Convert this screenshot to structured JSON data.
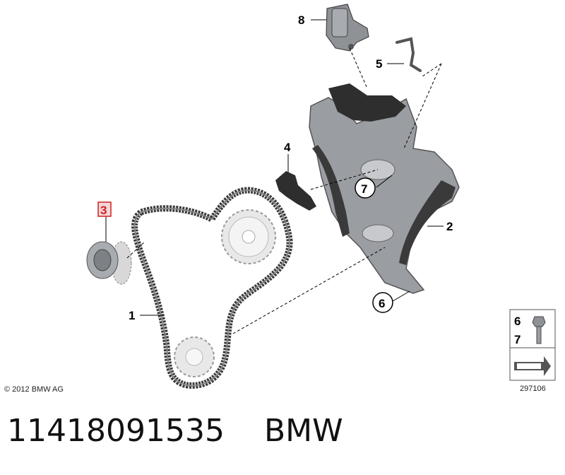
{
  "parts": [
    {
      "number": "1",
      "name": "chain"
    },
    {
      "number": "2",
      "name": "tensioner-rail"
    },
    {
      "number": "3",
      "name": "sprocket",
      "highlighted": true
    },
    {
      "number": "4",
      "name": "guide-rail"
    },
    {
      "number": "5",
      "name": "oil-spray-nozzle"
    },
    {
      "number": "6",
      "name": "bolt"
    },
    {
      "number": "7",
      "name": "bolt"
    },
    {
      "number": "8",
      "name": "chain-tensioner"
    }
  ],
  "legend_box": {
    "row1": "6",
    "row2": "7"
  },
  "copyright": "© 2012 BMW AG",
  "diagram_id": "297106",
  "caption": {
    "part_number": "11418091535",
    "brand": "BMW"
  },
  "colors": {
    "highlight": "#cc2222",
    "part_gray": "#8e9196",
    "chain_dark": "#3a3a3a"
  }
}
